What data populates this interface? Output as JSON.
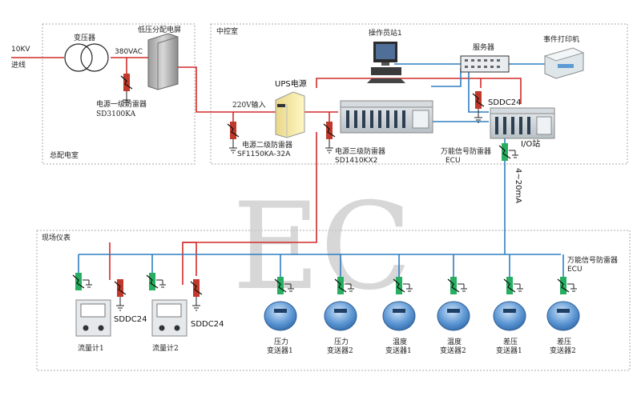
{
  "areas": {
    "distribution_room": "总配电室",
    "control_room": "中控室",
    "field": "现场仪表"
  },
  "labels": {
    "incoming_line_voltage": "10KV",
    "incoming_line": "进线",
    "transformer": "变压器",
    "lv_panel": "低压分配电屏",
    "voltage_380": "380VAC",
    "arrester1_name": "电源一级防雷器",
    "arrester1_model": "SD3100KA",
    "ups": "UPS电源",
    "input_220": "220V输入",
    "arrester2_name": "电源二级防雷器",
    "arrester2_model": "SF1150KA-32A",
    "arrester3_name": "电源三级防雷器",
    "arrester3_model": "SD1410KX2",
    "operator_station": "操作员站1",
    "server": "服务器",
    "printer": "事件打印机",
    "sddc24_top": "SDDC24",
    "io_station": "I/O站",
    "signal_arrester_top": "万能信号防雷器",
    "ecu_top": "ECU",
    "signal_range": "4~20mA",
    "signal_arrester_field": "万能信号防雷器",
    "ecu_field": "ECU",
    "sddc24_field1": "SDDC24",
    "sddc24_field2": "SDDC24"
  },
  "instruments": [
    {
      "line1": "流量计1",
      "line2": ""
    },
    {
      "line1": "流量计2",
      "line2": ""
    },
    {
      "line1": "压力",
      "line2": "变送器1"
    },
    {
      "line1": "压力",
      "line2": "变送器2"
    },
    {
      "line1": "温度",
      "line2": "变送器1"
    },
    {
      "line1": "温度",
      "line2": "变送器2"
    },
    {
      "line1": "差压",
      "line2": "变送器1"
    },
    {
      "line1": "差压",
      "line2": "变送器2"
    }
  ],
  "watermark": "EC",
  "colors": {
    "power_line": "#d42a2a",
    "signal_line": "#2f7fc1",
    "arrester_red": "#c0392b",
    "arrester_green": "#27ae60",
    "transmitter_blue": "#4a86c8"
  }
}
